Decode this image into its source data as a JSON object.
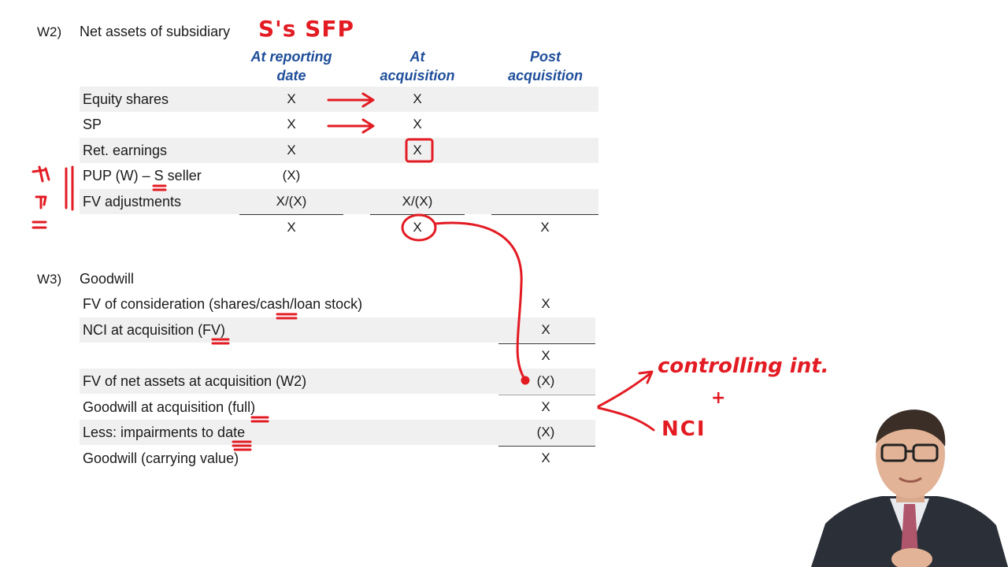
{
  "w2": {
    "number": "W2)",
    "title": "Net assets of subsidiary",
    "annotation": "S's SFP",
    "columns": [
      {
        "line1": "At reporting",
        "line2": "date"
      },
      {
        "line1": "At",
        "line2": "acquisition"
      },
      {
        "line1": "Post",
        "line2": "acquisition"
      }
    ],
    "rows": [
      {
        "label": "Equity shares",
        "c1": "X",
        "c2": "X",
        "c3": ""
      },
      {
        "label": "SP",
        "c1": "X",
        "c2": "X",
        "c3": ""
      },
      {
        "label": "Ret. earnings",
        "c1": "X",
        "c2": "X",
        "c3": ""
      },
      {
        "label": "PUP (W) – S seller",
        "c1": "(X)",
        "c2": "",
        "c3": ""
      },
      {
        "label": "FV adjustments",
        "c1": "X/(X)",
        "c2": "X/(X)",
        "c3": ""
      }
    ],
    "totals": {
      "c1": "X",
      "c2": "X",
      "c3": "X"
    }
  },
  "w3": {
    "number": "W3)",
    "title": "Goodwill",
    "rows": [
      {
        "label": "FV of consideration (shares/cash/loan stock)",
        "value": "X"
      },
      {
        "label": "NCI at acquisition (FV)",
        "value": "X"
      },
      {
        "label": "",
        "value": "X"
      },
      {
        "label": "FV of net assets at acquisition (W2)",
        "value": "(X)"
      },
      {
        "label": "Goodwill at acquisition (full)",
        "value": "X"
      },
      {
        "label": "Less: impairments to date",
        "value": "(X)"
      },
      {
        "label": "Goodwill (carrying value)",
        "value": "X"
      }
    ]
  },
  "annotations": {
    "controlling": "controlling int.",
    "plus": "+",
    "nci": "NCI"
  },
  "colors": {
    "heading_blue": "#1f4e9a",
    "ink_red": "#e31b23",
    "row_shade": "#f0f0f0"
  }
}
